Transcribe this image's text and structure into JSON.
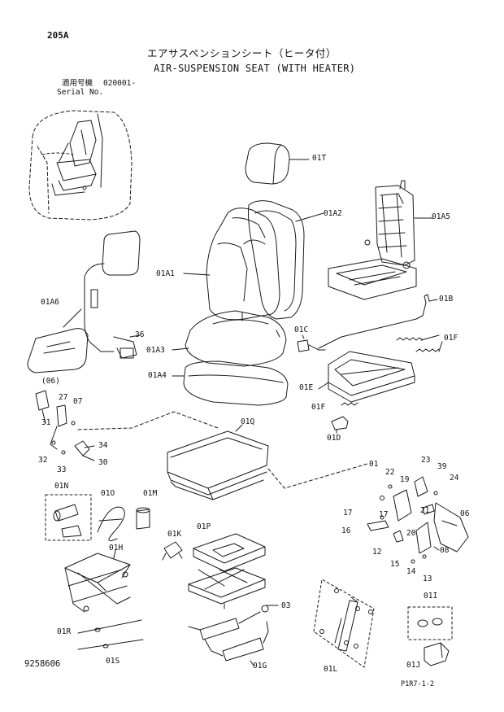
{
  "header": {
    "page_code": "205A",
    "title_jp": "エアサスペンションシート（ヒータ付）",
    "title_en": "AIR-SUSPENSION SEAT (WITH HEATER)",
    "serial_label_jp": "適用号機",
    "serial_label_en": "Serial No.",
    "serial_value": "020001-"
  },
  "footer": {
    "drawing_number": "9258606",
    "page_ref": "P1R7-1-2"
  },
  "labels": {
    "l_01T": "01T",
    "l_01A2": "01A2",
    "l_01A5": "01A5",
    "l_01A1": "01A1",
    "l_01A6": "01A6",
    "l_01B": "01B",
    "l_36": "36",
    "l_01C": "01C",
    "l_01F_a": "01F",
    "l_01A3": "01A3",
    "l_01A4": "01A4",
    "l_01E": "01E",
    "l_06_paren": "(06)",
    "l_27": "27",
    "l_07a": "07",
    "l_01F_b": "01F",
    "l_31": "31",
    "l_01Q": "01Q",
    "l_01D": "01D",
    "l_34": "34",
    "l_32": "32",
    "l_33": "33",
    "l_30": "30",
    "l_01a": "01",
    "l_22": "22",
    "l_23": "23",
    "l_39": "39",
    "l_19": "19",
    "l_24": "24",
    "l_01N": "01N",
    "l_01O": "01O",
    "l_01M": "01M",
    "l_17a": "17",
    "l_17b": "17",
    "l_21": "21",
    "l_06b": "06",
    "l_01K": "01K",
    "l_01P": "01P",
    "l_16": "16",
    "l_20": "20",
    "l_01H": "01H",
    "l_12": "12",
    "l_08": "08",
    "l_15": "15",
    "l_14": "14",
    "l_13": "13",
    "l_03": "03",
    "l_01I": "01I",
    "l_01R": "01R",
    "l_01S": "01S",
    "l_01G": "01G",
    "l_01L": "01L",
    "l_01J": "01J"
  }
}
